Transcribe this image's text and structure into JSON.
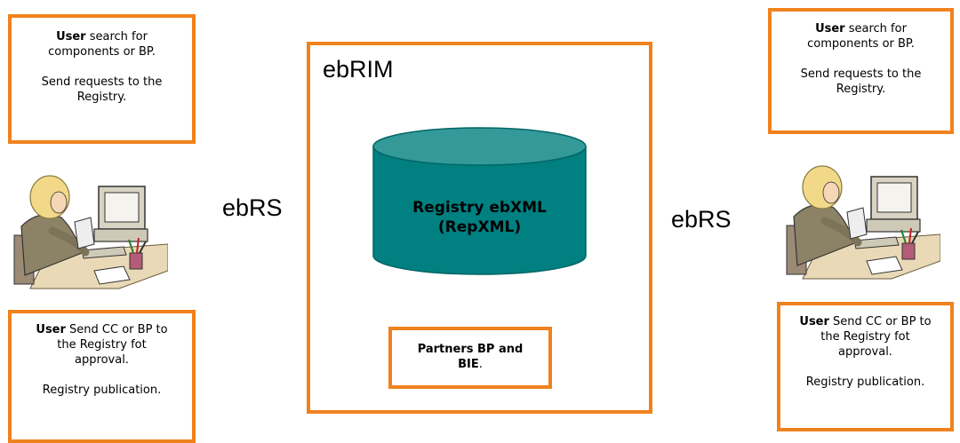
{
  "boxes": {
    "top_left": {
      "bold": "User",
      "line1": " search for",
      "line2": "components or BP.",
      "line3": "Send requests to the",
      "line4": "Registry."
    },
    "top_right": {
      "bold": "User",
      "line1": " search for",
      "line2": "components or BP.",
      "line3": "Send requests to the",
      "line4": "Registry."
    },
    "bottom_left": {
      "bold": "User",
      "line1": " Send CC or BP to",
      "line2": "the Registry fot",
      "line3": "approval.",
      "line4": "Registry publication."
    },
    "bottom_right": {
      "bold": "User",
      "line1": " Send CC or BP to",
      "line2": "the Registry fot",
      "line3": "approval.",
      "line4": "Registry publication."
    }
  },
  "labels": {
    "ebrim": "ebRIM",
    "ebrs_left": "ebRS",
    "ebrs_right": "ebRS"
  },
  "database": {
    "line1": "Registry ebXML",
    "line2": "(RepXML)",
    "color": "#008080"
  },
  "partners": {
    "line1": "Partners BP and",
    "line2_bold": "BIE",
    "line2_rest": "."
  },
  "colors": {
    "accent": "#f0821e"
  },
  "icons": {
    "user_left": "person-at-computer-icon",
    "user_right": "person-at-computer-icon"
  }
}
